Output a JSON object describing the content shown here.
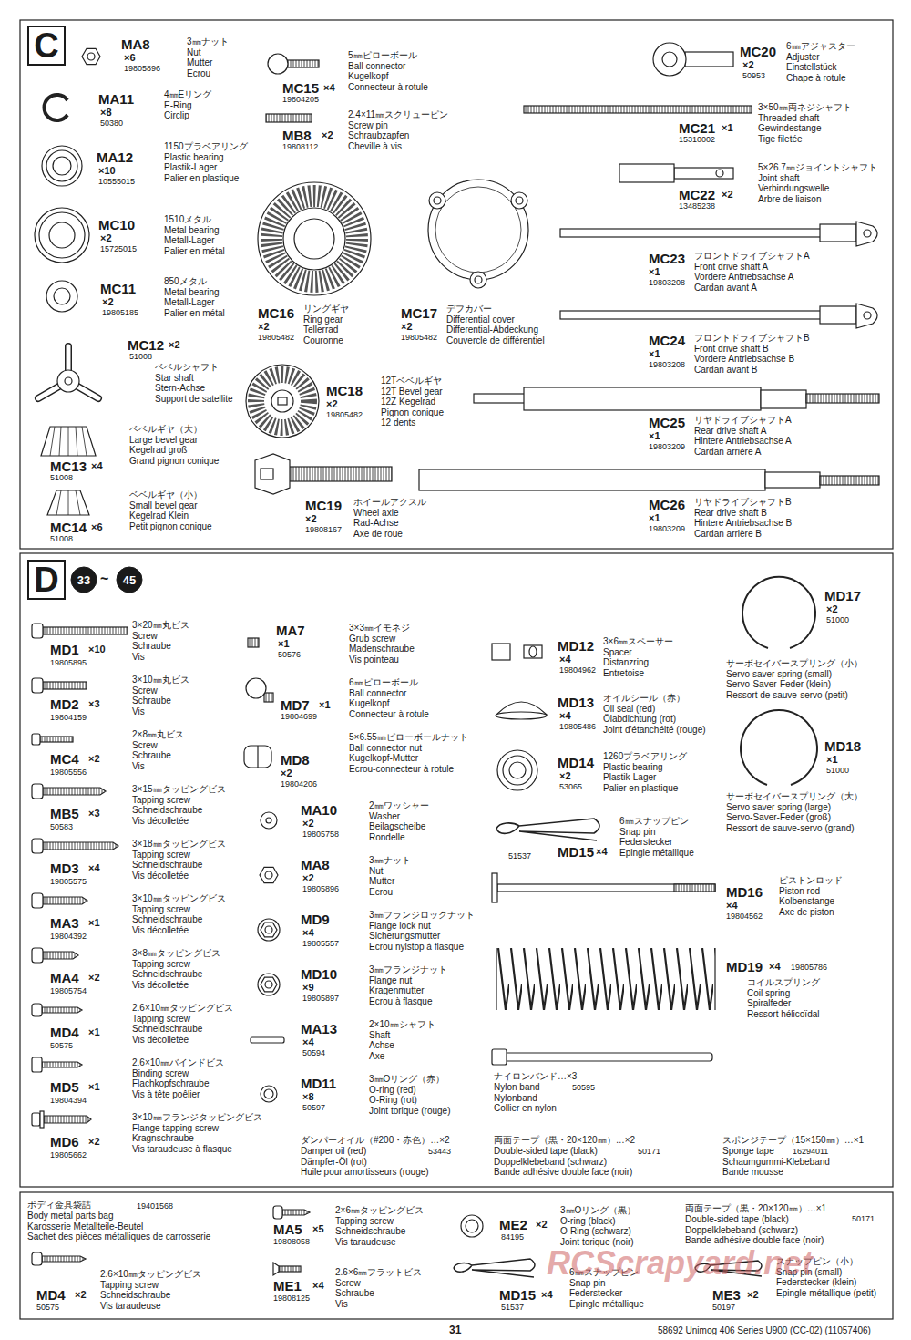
{
  "diagram": {
    "nodes": [
      {
        "text": [
          "C"
        ]
      },
      {
        "text": [
          "D"
        ]
      },
      {
        "text": [
          "33"
        ]
      },
      {
        "text": [
          "45"
        ]
      }
    ],
    "labels": [
      "MA8",
      "×6",
      "19805896",
      "3㎜ナット",
      "Nut",
      "Mutter",
      "Ecrou",
      "MA11",
      "×8",
      "50380",
      "4㎜Eリング",
      "E-Ring",
      "Circlip",
      "MA12",
      "×10",
      "10555015",
      "1150プラベアリング",
      "Plastic bearing",
      "Plastik-Lager",
      "Palier en plastique",
      "MC10",
      "×2",
      "15725015",
      "1510メタル",
      "Metal bearing",
      "Metall-Lager",
      "Palier en métal",
      "MC11",
      "×2",
      "19805185",
      "850メタル",
      "Metal bearing",
      "Metall-Lager",
      "Palier en métal",
      "MC12",
      "×2",
      "51008",
      "ベベルシャフト",
      "Star shaft",
      "Stern-Achse",
      "Support de satellite",
      "ベベルギヤ（大）",
      "Large bevel gear",
      "Kegelrad groß",
      "Grand pignon conique",
      "MC13",
      "×4",
      "51008",
      "ベベルギヤ（小）",
      "Small bevel gear",
      "Kegelrad Klein",
      "Petit pignon conique",
      "MC14",
      "×6",
      "51008",
      "5㎜ピローボール",
      "Ball connector",
      "Kugelkopf",
      "Connecteur à rotule",
      "MC15",
      "×4",
      "19804205",
      "2.4×11㎜スクリューピン",
      "Screw pin",
      "Schraubzapfen",
      "Cheville à vis",
      "MB8",
      "×2",
      "19808112",
      "MC16",
      "×2",
      "19805482",
      "リングギヤ",
      "Ring gear",
      "Tellerrad",
      "Couronne",
      "MC17",
      "×2",
      "19805482",
      "デフカバー",
      "Differential cover",
      "Differential-Abdeckung",
      "Couvercle de différentiel",
      "MC18",
      "×2",
      "19805482",
      "12Tベベルギヤ",
      "12T Bevel gear",
      "12Z Kegelrad",
      "Pignon conique",
      "12 dents",
      "ホイールアクスル",
      "Wheel axle",
      "Rad-Achse",
      "Axe de roue",
      "MC19",
      "×2",
      "19808167",
      "MC20",
      "×2",
      "50953",
      "6㎜アジャスター",
      "Adjuster",
      "Einstellstück",
      "Chape à rotule",
      "3×50㎜両ネジシャフト",
      "Threaded shaft",
      "Gewindestange",
      "Tige filetée",
      "MC21",
      "×1",
      "15310002",
      "5×26.7㎜ジョイントシャフト",
      "Joint shaft",
      "Verbindungswelle",
      "Arbre de liaison",
      "MC22",
      "×2",
      "13485238",
      "MC23",
      "×1",
      "19803208",
      "フロントドライブシャフトA",
      "Front drive shaft A",
      "Vordere Antriebsachse A",
      "Cardan avant A",
      "MC24",
      "×1",
      "19803208",
      "フロントドライブシャフトB",
      "Front drive shaft B",
      "Vordere Antriebsachse B",
      "Cardan avant B",
      "MC25",
      "×1",
      "19803209",
      "リヤドライブシャフトA",
      "Rear drive shaft A",
      "Hintere Antriebsachse A",
      "Cardan arrière A",
      "MC26",
      "×1",
      "19803209",
      "リヤドライブシャフトB",
      "Rear drive shaft B",
      "Hintere Antriebsachse B",
      "Cardan arrière B",
      "~",
      "3×20㎜丸ビス",
      "Screw",
      "Schraube",
      "Vis",
      "MD1",
      "×10",
      "19805895",
      "3×10㎜丸ビス",
      "Screw",
      "Schraube",
      "Vis",
      "MD2",
      "×3",
      "19804159",
      "2×8㎜丸ビス",
      "Screw",
      "Schraube",
      "Vis",
      "MC4",
      "×2",
      "19805556",
      "3×15㎜タッピングビス",
      "Tapping screw",
      "Schneidschraube",
      "Vis décolletée",
      "MB5",
      "×3",
      "50583",
      "3×18㎜タッピングビス",
      "Tapping screw",
      "Schneidschraube",
      "Vis décolletée",
      "MD3",
      "×4",
      "19805575",
      "3×10㎜タッピングビス",
      "Tapping screw",
      "Schneidschraube",
      "Vis décolletée",
      "MA3",
      "×1",
      "19804392",
      "3×8㎜タッピングビス",
      "Tapping screw",
      "Schneidschraube",
      "Vis décolletée",
      "MA4",
      "×2",
      "19805754",
      "2.6×10㎜タッピングビス",
      "Tapping screw",
      "Schneidschraube",
      "Vis décolletée",
      "MD4",
      "×1",
      "50575",
      "2.6×10㎜バインドビス",
      "Binding screw",
      "Flachkopfschraube",
      "Vis à tête poêlier",
      "MD5",
      "×1",
      "19804394",
      "3×10㎜フランジタッピングビス",
      "Flange tapping screw",
      "Kragnschraube",
      "Vis taraudeuse à flasque",
      "MD6",
      "×2",
      "19805662",
      "MA7",
      "×1",
      "50576",
      "3×3㎜イモネジ",
      "Grub screw",
      "Madenschraube",
      "Vis pointeau",
      "6㎜ピローボール",
      "Ball connector",
      "Kugelkopf",
      "Connecteur à rotule",
      "MD7",
      "×1",
      "19804699",
      "5×6.55㎜ピローボールナット",
      "Ball connector nut",
      "Kugelkopf-Mutter",
      "Ecrou-connecteur à rotule",
      "MD8",
      "×2",
      "19804206",
      "MA10",
      "×2",
      "19805758",
      "2㎜ワッシャー",
      "Washer",
      "Beilagscheibe",
      "Rondelle",
      "MA8",
      "×2",
      "19805896",
      "3㎜ナット",
      "Nut",
      "Mutter",
      "Ecrou",
      "MD9",
      "×4",
      "19805557",
      "3㎜フランジロックナット",
      "Flange lock nut",
      "Sicherungsmutter",
      "Ecrou nylstop à flasque",
      "MD10",
      "×9",
      "19805897",
      "3㎜フランジナット",
      "Flange nut",
      "Kragenmutter",
      "Ecrou à flasque",
      "MA13",
      "×4",
      "50594",
      "2×10㎜シャフト",
      "Shaft",
      "Achse",
      "Axe",
      "MD11",
      "×8",
      "50597",
      "3㎜Oリング（赤）",
      "O-ring (red)",
      "O-Ring (rot)",
      "Joint torique (rouge)",
      "ダンパーオイル（#200・赤色）…×2",
      "53443",
      "Damper oil (red)",
      "Dämpfer-Öl (rot)",
      "Huile pour amortisseurs (rouge)",
      "MD12",
      "×4",
      "19804962",
      "3×6㎜スペーサー",
      "Spacer",
      "Distanzring",
      "Entretoise",
      "MD13",
      "×4",
      "19805486",
      "オイルシール（赤）",
      "Oil seal (red)",
      "Ölabdichtung (rot)",
      "Joint d'étanchéité (rouge)",
      "MD14",
      "×2",
      "53065",
      "1260プラベアリング",
      "Plastic bearing",
      "Plastik-Lager",
      "Palier en plastique",
      "6㎜スナップピン",
      "Snap pin",
      "Federstecker",
      "Epingle métallique",
      "MD15",
      "×4",
      "51537",
      "MD17",
      "×2",
      "51000",
      "サーボセイバースプリング（小）",
      "Servo saver spring (small)",
      "Servo-Saver-Feder (klein)",
      "Ressort de sauve-servo (petit)",
      "MD18",
      "×1",
      "51000",
      "サーボセイバースプリング（大）",
      "Servo saver spring (large)",
      "Servo-Saver-Feder (groß)",
      "Ressort de sauve-servo (grand)",
      "ピストンロッド",
      "Piston rod",
      "Kolbenstange",
      "Axe de piston",
      "MD16",
      "×4",
      "19804562",
      "MD19",
      "×4",
      "19805786",
      "コイルスプリング",
      "Coil spring",
      "Spiralfeder",
      "Ressort hélicoïdal",
      "ナイロンバンド…×3",
      "50595",
      "Nylon band",
      "Nylonband",
      "Collier en nylon",
      "両面テープ（黒・20×120㎜）…×2",
      "50171",
      "Double-sided tape (black)",
      "Doppelklebeband (schwarz)",
      "Bande adhésive double face (noir)",
      "スポンジテープ（15×150㎜）…×1",
      "16294011",
      "Sponge tape",
      "Schaumgummi-Klebeband",
      "Bande mousse",
      "ボディ金具袋詰",
      "19401568",
      "Body metal parts bag",
      "Karosserie Metallteile-Beutel",
      "Sachet des pièces métalliques de carrosserie",
      "MD4",
      "×2",
      "50575",
      "2.6×10㎜タッピングビス",
      "Tapping screw",
      "Schneidschraube",
      "Vis taraudeuse",
      "MA5",
      "×5",
      "19808058",
      "2×6㎜タッピングビス",
      "Tapping screw",
      "Schneidschraube",
      "Vis taraudeuse",
      "ME1",
      "×4",
      "19808125",
      "2.6×6㎜フラットビス",
      "Screw",
      "Schraube",
      "Vis",
      "ME2",
      "×2",
      "84195",
      "3㎜Oリング（黒）",
      "O-ring (black)",
      "O-Ring (schwarz)",
      "Joint torique (noir)",
      "MD15",
      "×4",
      "51537",
      "6㎜スナップピン",
      "Snap pin",
      "Federstecker",
      "Epingle métallique",
      "両面テープ（黒・20×120㎜）…×1",
      "50171",
      "Double-sided tape (black)",
      "Doppelklebeband (schwarz)",
      "Bande adhésive double face (noir)",
      "ME3",
      "×2",
      "50197",
      "スナップピン（小）",
      "Snap pin (small)",
      "Federstecker (klein)",
      "Epingle métallique (petit)",
      "RCScrapyard.net",
      "31",
      "58692 Unimog 406 Series U900 (CC-02) (11057406)"
    ]
  }
}
